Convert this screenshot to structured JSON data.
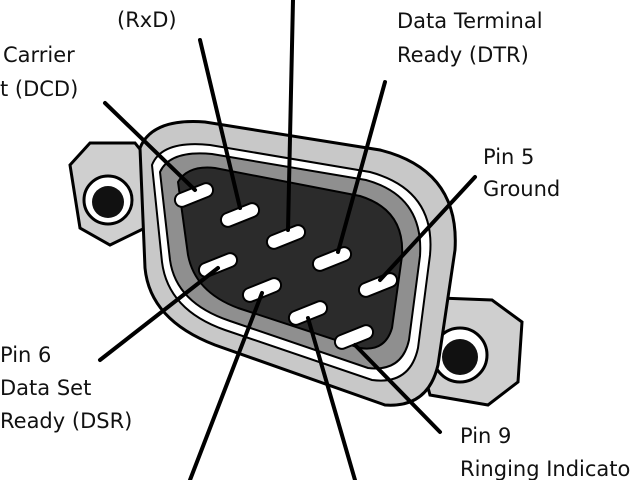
{
  "labels": {
    "rxd": {
      "line2": "(RxD)"
    },
    "dtr": {
      "line1": "Data Terminal",
      "line2": "Ready (DTR)"
    },
    "dcd": {
      "line1": "Carrier",
      "line2": "t (DCD)"
    },
    "ground": {
      "line1": "Pin 5",
      "line2": "Ground"
    },
    "dsr": {
      "line1": "Pin 6",
      "line2": "Data Set",
      "line3": "Ready (DSR)"
    },
    "ri": {
      "line1": "Pin 9",
      "line2": "Ringing Indicato"
    }
  },
  "colors": {
    "shell_outer": "#c8c8c8",
    "shell_inner": "#8f8f8f",
    "pin_field": "#2b2b2b",
    "pin": "#ffffff",
    "hex_nut": "#cfcfcf",
    "stroke": "#000000"
  },
  "icons": [
    "hex-nut-left-icon",
    "hex-nut-right-icon",
    "db9-connector-icon"
  ]
}
